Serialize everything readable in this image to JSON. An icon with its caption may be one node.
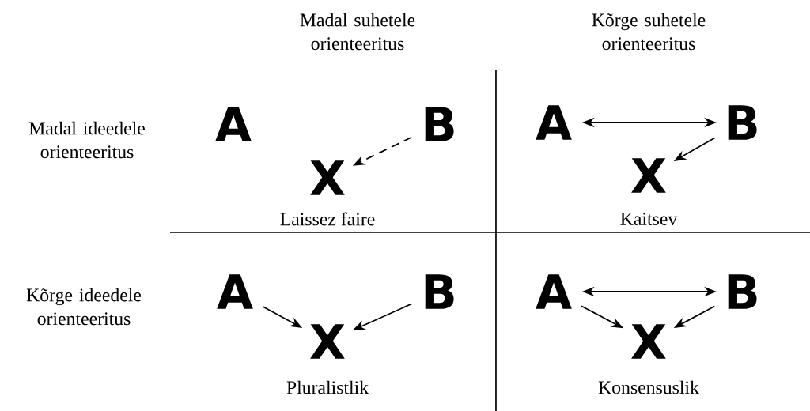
{
  "diagram": {
    "nodes": [
      {
        "text": [
          "A"
        ]
      },
      {
        "text": [
          "B"
        ]
      },
      {
        "text": [
          "X"
        ]
      },
      {
        "text": [
          "A"
        ]
      },
      {
        "text": [
          "B"
        ]
      },
      {
        "text": [
          "X"
        ]
      },
      {
        "text": [
          "A"
        ]
      },
      {
        "text": [
          "B"
        ]
      },
      {
        "text": [
          "X"
        ]
      },
      {
        "text": [
          "A"
        ]
      },
      {
        "text": [
          "B"
        ]
      },
      {
        "text": [
          "X"
        ]
      }
    ],
    "edges": [
      {
        "from": 1,
        "to": 2,
        "arrow": "to",
        "style": "dashed"
      },
      {
        "from": 3,
        "to": 4,
        "arrow": "both"
      },
      {
        "from": 4,
        "to": 5,
        "arrow": "to"
      },
      {
        "from": 6,
        "to": 8,
        "arrow": "to"
      },
      {
        "from": 7,
        "to": 8,
        "arrow": "to"
      },
      {
        "from": 9,
        "to": 10,
        "arrow": "both"
      },
      {
        "from": 9,
        "to": 11,
        "arrow": "to"
      },
      {
        "from": 10,
        "to": 11,
        "arrow": "to"
      }
    ],
    "labels": [
      "Madal suhetele orienteeritus",
      "Kõrge suhetele orienteeritus",
      "Madal ideedele orienteeritus",
      "Laissez faire",
      "Kaitsev",
      "Kõrge ideedele orienteeritus",
      "Pluralistlik",
      "Konsensuslik"
    ]
  }
}
